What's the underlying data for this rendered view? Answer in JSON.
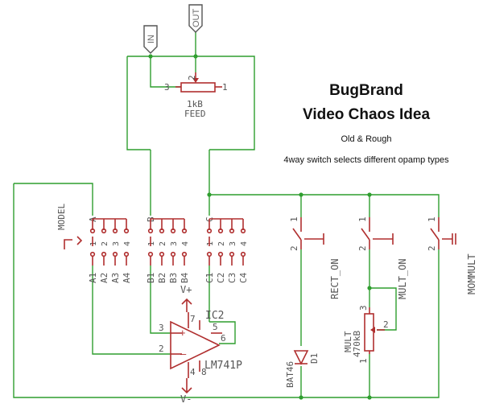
{
  "title": {
    "line1": "BugBrand",
    "line2": "Video Chaos Idea",
    "line3": "Old & Rough",
    "line4": "4way switch selects different opamp types"
  },
  "ports": {
    "in": "IN",
    "out": "OUT"
  },
  "feed_pot": {
    "value": "1kB",
    "name": "FEED",
    "pins": [
      "3",
      "2",
      "1"
    ]
  },
  "model_switch": {
    "name": "MODEL",
    "rows": [
      "A",
      "B",
      "C"
    ],
    "positions": [
      "1",
      "2",
      "3",
      "4"
    ],
    "outputs": [
      "A1",
      "A2",
      "A3",
      "A4",
      "B1",
      "B2",
      "B3",
      "B4",
      "C1",
      "C2",
      "C3",
      "C4"
    ]
  },
  "opamp": {
    "ref": "IC2",
    "part": "LM741P",
    "pins": {
      "ninv": "3",
      "inv": "2",
      "out": "6",
      "vpos": "7",
      "vneg": "4",
      "nc1": "5",
      "nc8": "8"
    },
    "supply_pos": "V+",
    "supply_neg": "V-"
  },
  "switches": [
    {
      "name": "RECT_ON",
      "pins": [
        "1",
        "2"
      ]
    },
    {
      "name": "MULT_ON",
      "pins": [
        "1",
        "2"
      ]
    },
    {
      "name": "MOMMULT",
      "pins": [
        "1",
        "2"
      ]
    }
  ],
  "diode": {
    "ref": "D1",
    "part": "BAT46"
  },
  "mult_pot": {
    "name": "MULT",
    "value": "470kB",
    "pins": [
      "3",
      "2",
      "1"
    ]
  },
  "colors": {
    "wire": "#2f9e2f",
    "part": "#b02f2f",
    "text": "#6b6b6b"
  }
}
